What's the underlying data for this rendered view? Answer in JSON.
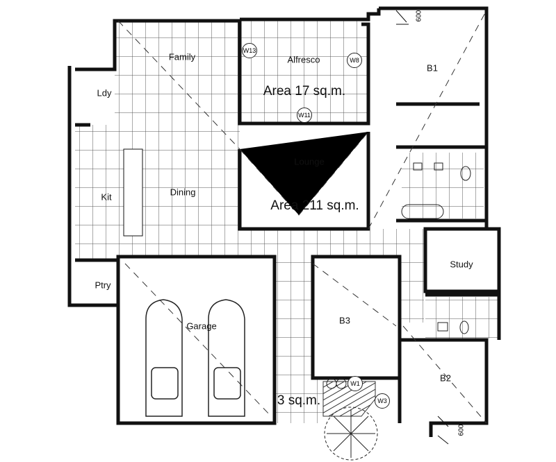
{
  "rooms": {
    "family": "Family",
    "alfresco": "Alfresco",
    "alfresco_area": "Area 17 sq.m.",
    "b1": "B1",
    "ldy": "Ldy",
    "lounge": "Lounge",
    "kit": "Kit",
    "dining": "Dining",
    "total_area": "Area 211 sq.m.",
    "study": "Study",
    "ptry": "Ptry",
    "garage": "Garage",
    "b3": "B3",
    "b2": "B2",
    "entry_area": "3 sq.m."
  },
  "windows": {
    "w13": "W13",
    "w8": "W8",
    "w11": "W11",
    "w1": "W1",
    "w3": "W3"
  },
  "dimensions": {
    "top": "600",
    "bottom": "600"
  },
  "colors": {
    "wall": "#111111",
    "tile": "#555555"
  }
}
